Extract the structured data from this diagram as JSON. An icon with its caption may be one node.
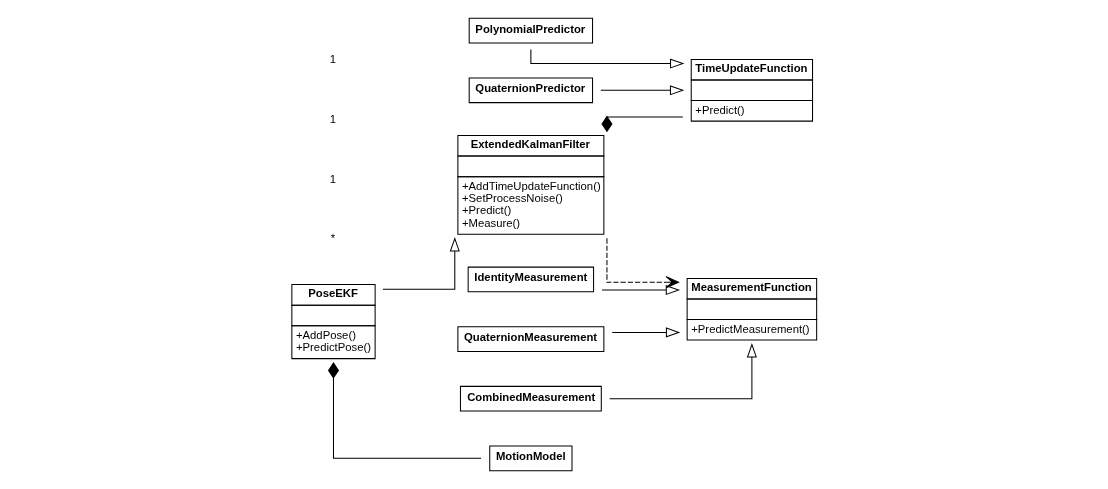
{
  "diagram": {
    "nodes": [
      {
        "text": [
          "ExtendedKalmanFilter",
          "+AddTimeUpdateFunction()",
          "+SetProcessNoise()",
          "+Predict()",
          "+Measure()"
        ]
      },
      {
        "text": [
          "TimeUpdateFunction",
          "+Predict()"
        ]
      },
      {
        "text": [
          "PolynomialPredictor"
        ]
      },
      {
        "text": [
          "QuaternionPredictor"
        ]
      },
      {
        "text": [
          "MeasurementFunction",
          "+PredictMeasurement()"
        ]
      },
      {
        "text": [
          "IdentityMeasurement"
        ]
      },
      {
        "text": [
          "QuaternionMeasurement"
        ]
      },
      {
        "text": [
          "CombinedMeasurement"
        ]
      },
      {
        "text": [
          "PoseEKF",
          "+AddPose()",
          "+PredictPose()"
        ]
      },
      {
        "text": [
          "MotionModel"
        ]
      }
    ],
    "edges": [
      {
        "from": 0,
        "to": 1,
        "arrow": "other"
      },
      {
        "from": 2,
        "to": 1,
        "arrow": "to"
      },
      {
        "from": 3,
        "to": 1,
        "arrow": "to"
      },
      {
        "from": 0,
        "to": 4,
        "arrow": "to",
        "style": "dashed"
      },
      {
        "from": 5,
        "to": 4,
        "arrow": "to"
      },
      {
        "from": 6,
        "to": 4,
        "arrow": "to"
      },
      {
        "from": 7,
        "to": 4,
        "arrow": "to"
      },
      {
        "from": 8,
        "to": 0,
        "arrow": "to"
      },
      {
        "from": 8,
        "to": 9,
        "arrow": "other"
      }
    ],
    "labels": [
      "*",
      "1",
      "1",
      "1"
    ]
  }
}
